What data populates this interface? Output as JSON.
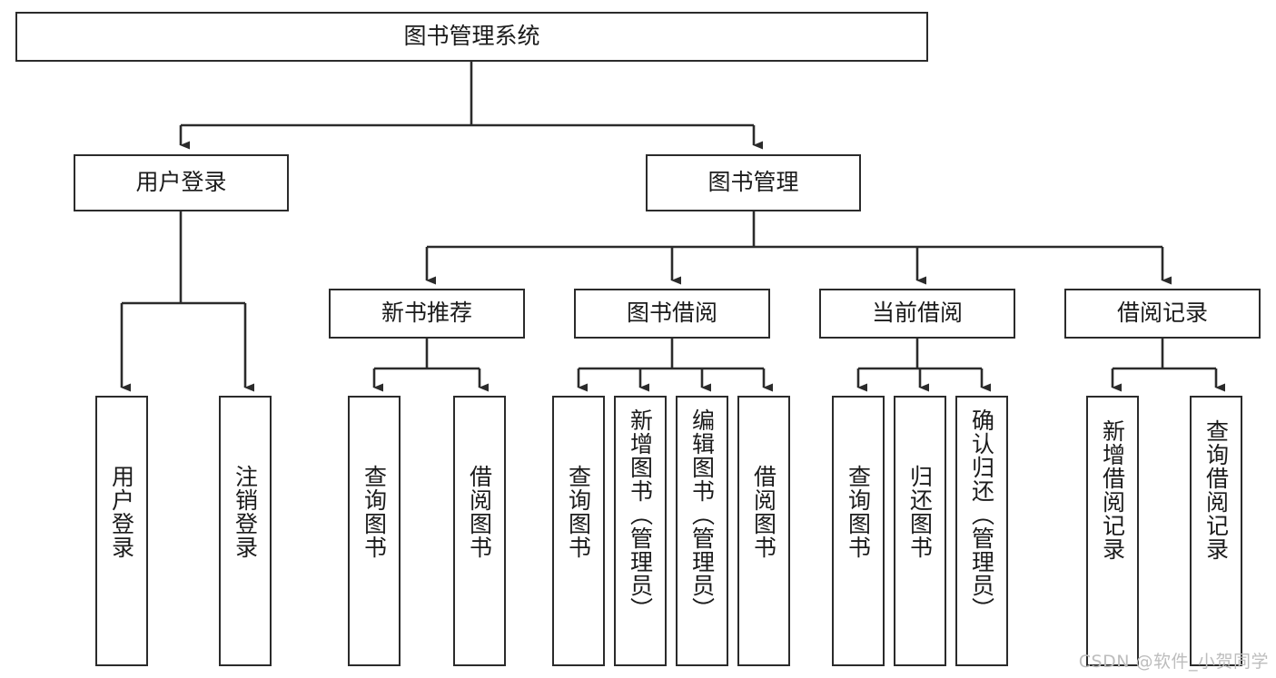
{
  "diagram": {
    "title": "图书管理系统",
    "type": "tree-hierarchy-diagram",
    "colors": {
      "node_border": "#2b2b2b",
      "node_fill": "#ffffff",
      "edge": "#2b2b2b",
      "text": "#1b1b1b",
      "watermark": "#bdbdbd",
      "background": "#ffffff"
    },
    "root": {
      "label": "图书管理系统"
    },
    "level2": [
      {
        "id": "user-login",
        "label": "用户登录"
      },
      {
        "id": "book-management",
        "label": "图书管理"
      }
    ],
    "level3": [
      {
        "id": "new-book-recommend",
        "label": "新书推荐"
      },
      {
        "id": "book-borrow",
        "label": "图书借阅"
      },
      {
        "id": "current-borrow",
        "label": "当前借阅"
      },
      {
        "id": "borrow-record",
        "label": "借阅记录"
      }
    ],
    "leaves": {
      "user_login": [
        {
          "id": "leaf-user-login",
          "label": "用户登录"
        },
        {
          "id": "leaf-logout-login",
          "label": "注销登录"
        }
      ],
      "new_book_recommend": [
        {
          "id": "leaf-query-book-1",
          "label": "查询图书"
        },
        {
          "id": "leaf-borrow-book-1",
          "label": "借阅图书"
        }
      ],
      "book_borrow": [
        {
          "id": "leaf-query-book-2",
          "label": "查询图书"
        },
        {
          "id": "leaf-add-book-admin",
          "label": "新增图书（管理员）"
        },
        {
          "id": "leaf-edit-book-admin",
          "label": "编辑图书（管理员）"
        },
        {
          "id": "leaf-borrow-book-2",
          "label": "借阅图书"
        }
      ],
      "current_borrow": [
        {
          "id": "leaf-query-book-3",
          "label": "查询图书"
        },
        {
          "id": "leaf-return-book",
          "label": "归还图书"
        },
        {
          "id": "leaf-confirm-return-admin",
          "label": "确认归还（管理员）"
        }
      ],
      "borrow_record": [
        {
          "id": "leaf-add-borrow-record",
          "label": "新增借阅记录"
        },
        {
          "id": "leaf-query-borrow-record",
          "label": "查询借阅记录"
        }
      ]
    },
    "watermark": "CSDN @软件_小贺同学"
  }
}
